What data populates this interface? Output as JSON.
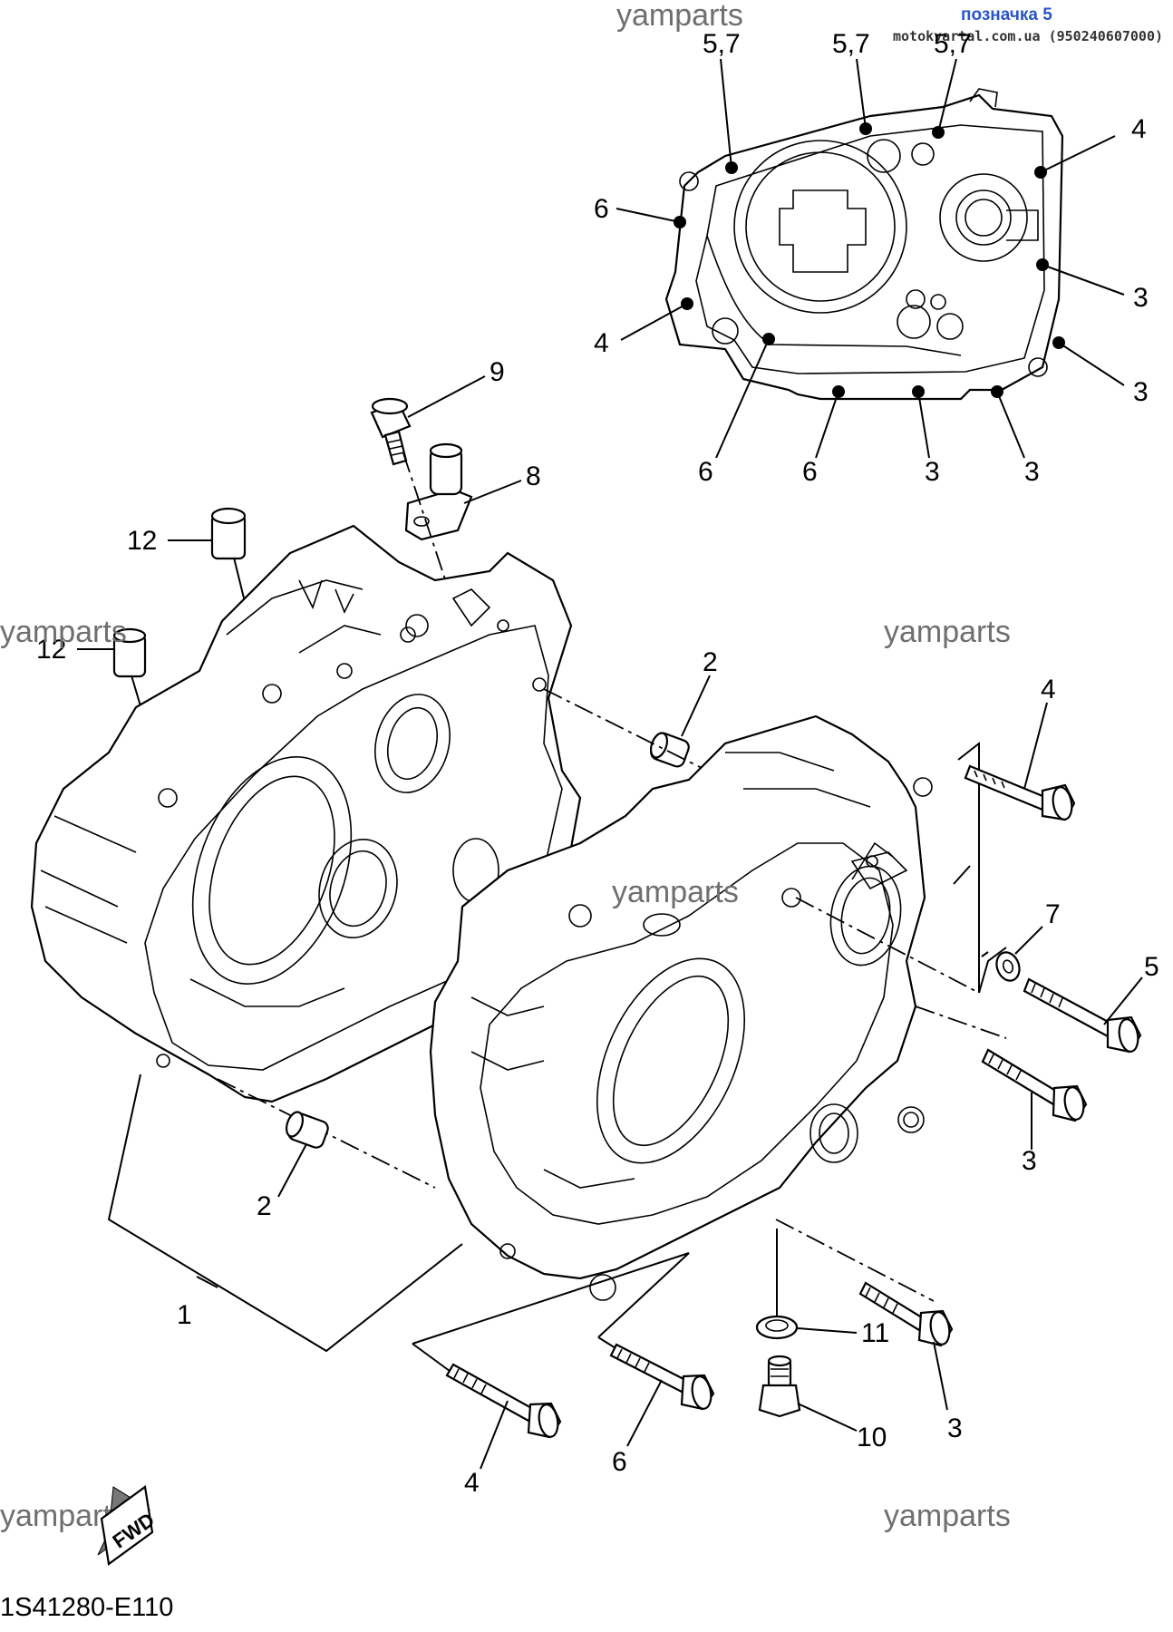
{
  "header": {
    "tag": "позначка 5",
    "site": "motokvartal.com.ua (950240607000)"
  },
  "watermark": "yamparts",
  "diagram_code": "1S41280-E110",
  "fwd_label": "FWD",
  "callouts": {
    "inset_5_7_a": "5,7",
    "inset_5_7_b": "5,7",
    "inset_5_7_c": "5,7",
    "inset_4_top": "4",
    "inset_6_left": "6",
    "inset_3_right_a": "3",
    "inset_4_left": "4",
    "inset_3_right_b": "3",
    "inset_6_bottom_a": "6",
    "inset_6_bottom_b": "6",
    "inset_3_bottom_a": "3",
    "inset_3_bottom_b": "3",
    "part_9": "9",
    "part_8": "8",
    "part_12_a": "12",
    "part_12_b": "12",
    "part_2_top": "2",
    "part_4_right": "4",
    "part_7": "7",
    "part_5": "5",
    "part_3_right": "3",
    "part_2_bottom": "2",
    "part_1": "1",
    "part_11": "11",
    "part_3_bottom": "3",
    "part_10": "10",
    "part_4_bottom": "4",
    "part_6_bottom": "6"
  }
}
